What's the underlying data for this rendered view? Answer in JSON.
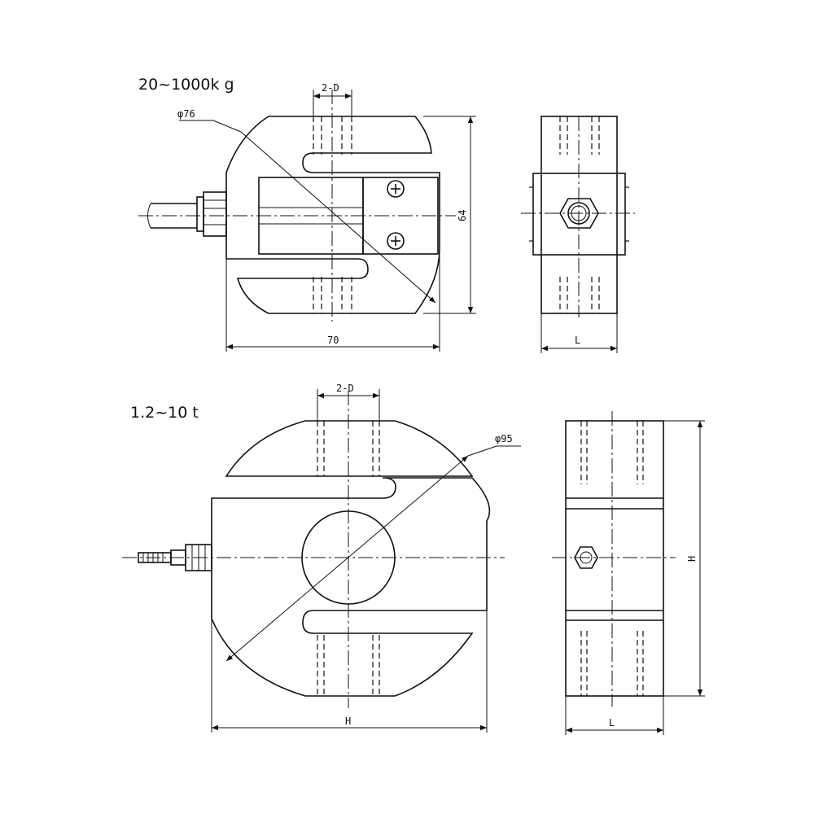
{
  "top_view": {
    "capacity_label": "20~1000k g",
    "hole_label": "2-D",
    "diameter_label": "φ76",
    "height_label": "64",
    "width_label": "70",
    "side_width_label": "L"
  },
  "bottom_view": {
    "capacity_label": "1.2~10 t",
    "hole_label": "2-D",
    "diameter_label": "φ95",
    "width_label": "H",
    "side_height_label": "H",
    "side_width_label": "L"
  }
}
